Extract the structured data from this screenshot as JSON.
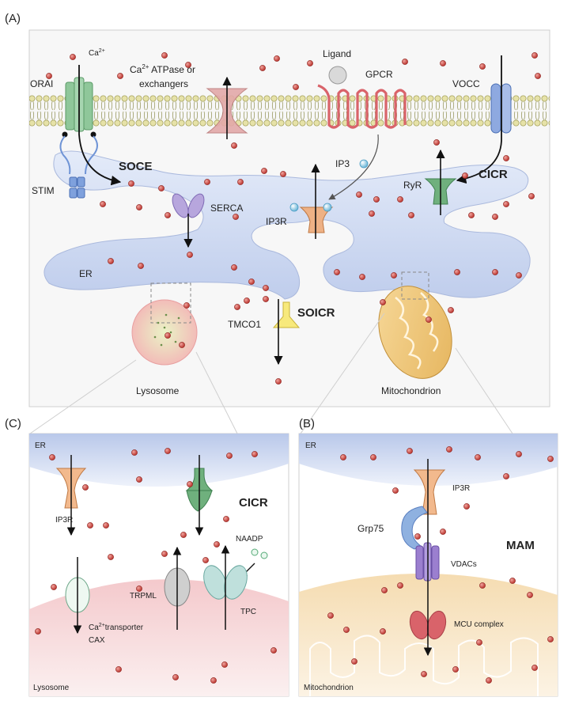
{
  "panels": {
    "a": "(A)",
    "b": "(B)",
    "c": "(C)"
  },
  "main": {
    "ca": "Ca",
    "ca_sup": "2+",
    "orai": "ORAI",
    "atpase_line1_sup": "2+",
    "atpase_line1_rest": " ATPase or",
    "atpase_line1_ca": "Ca",
    "atpase_line2": "exchangers",
    "ligand": "Ligand",
    "gpcr": "GPCR",
    "vocc": "VOCC",
    "soce": "SOCE",
    "stim": "STIM",
    "serca": "SERCA",
    "ip3": "IP3",
    "ip3r": "IP3R",
    "ryr": "RyR",
    "cicr": "CICR",
    "er": "ER",
    "tmco1": "TMCO1",
    "soicr": "SOICR",
    "lysosome": "Lysosome",
    "mitochondrion": "Mitochondrion"
  },
  "panel_c": {
    "er": "ER",
    "ip3r": "IP3R",
    "cicr": "CICR",
    "naadp": "NAADP",
    "trpml": "TRPML",
    "tpc": "TPC",
    "transporter_ca": "Ca",
    "transporter_sup": "2+",
    "transporter_rest": "transporter",
    "cax": "CAX",
    "lysosome": "Lysosome"
  },
  "panel_b": {
    "er": "ER",
    "ip3r": "IP3R",
    "grp75": "Grp75",
    "mam": "MAM",
    "vdacs": "VDACs",
    "mcu": "MCU complex",
    "mitochondrion": "Mitochondrion"
  },
  "colors": {
    "ca_ion": "#c9413a",
    "er": "#c6d3ee",
    "orai": "#8fc79a",
    "stim": "#6f94d6",
    "gpcr": "#d9636a",
    "vocc": "#6d8fd6",
    "ryr": "#5aa76a",
    "ip3r": "#e8a572",
    "serca": "#a48fd2",
    "tmco1": "#f4e06a",
    "lysosome": "#f0b4b4",
    "mitochondrion": "#f2c97c",
    "vdac": "#8a6bbf",
    "mcu": "#d9636a",
    "grp75": "#8fb1e0"
  }
}
